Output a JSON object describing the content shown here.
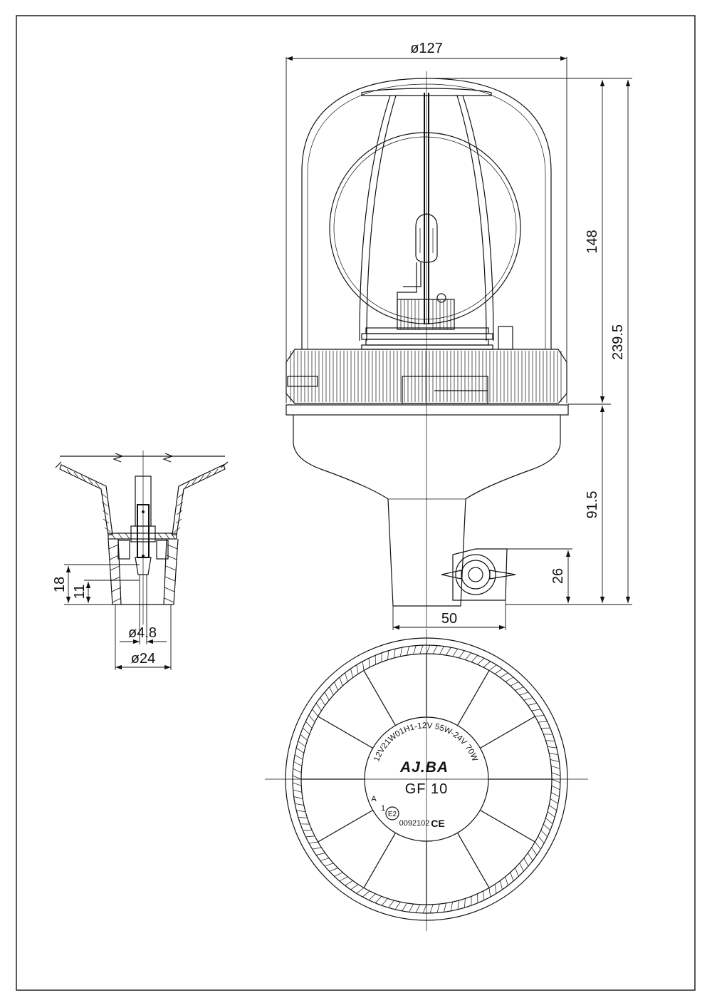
{
  "dimensions": {
    "diameter_127": "ø127",
    "height_148": "148",
    "height_239_5": "239.5",
    "height_91_5": "91.5",
    "height_26": "26",
    "width_50": "50",
    "detail_18": "18",
    "detail_11": "11",
    "detail_phi_4_8": "ø4.8",
    "detail_phi_24": "ø24"
  },
  "label": {
    "rating_text": "12V21W01H1-12V 55W-24V 70W",
    "brand": "AJ.BA",
    "model": "GF 10",
    "approval_prefix": "A",
    "approval_index": "1",
    "approval_mark": "E2",
    "approval_number": "0092102",
    "ce_mark": "CE"
  }
}
